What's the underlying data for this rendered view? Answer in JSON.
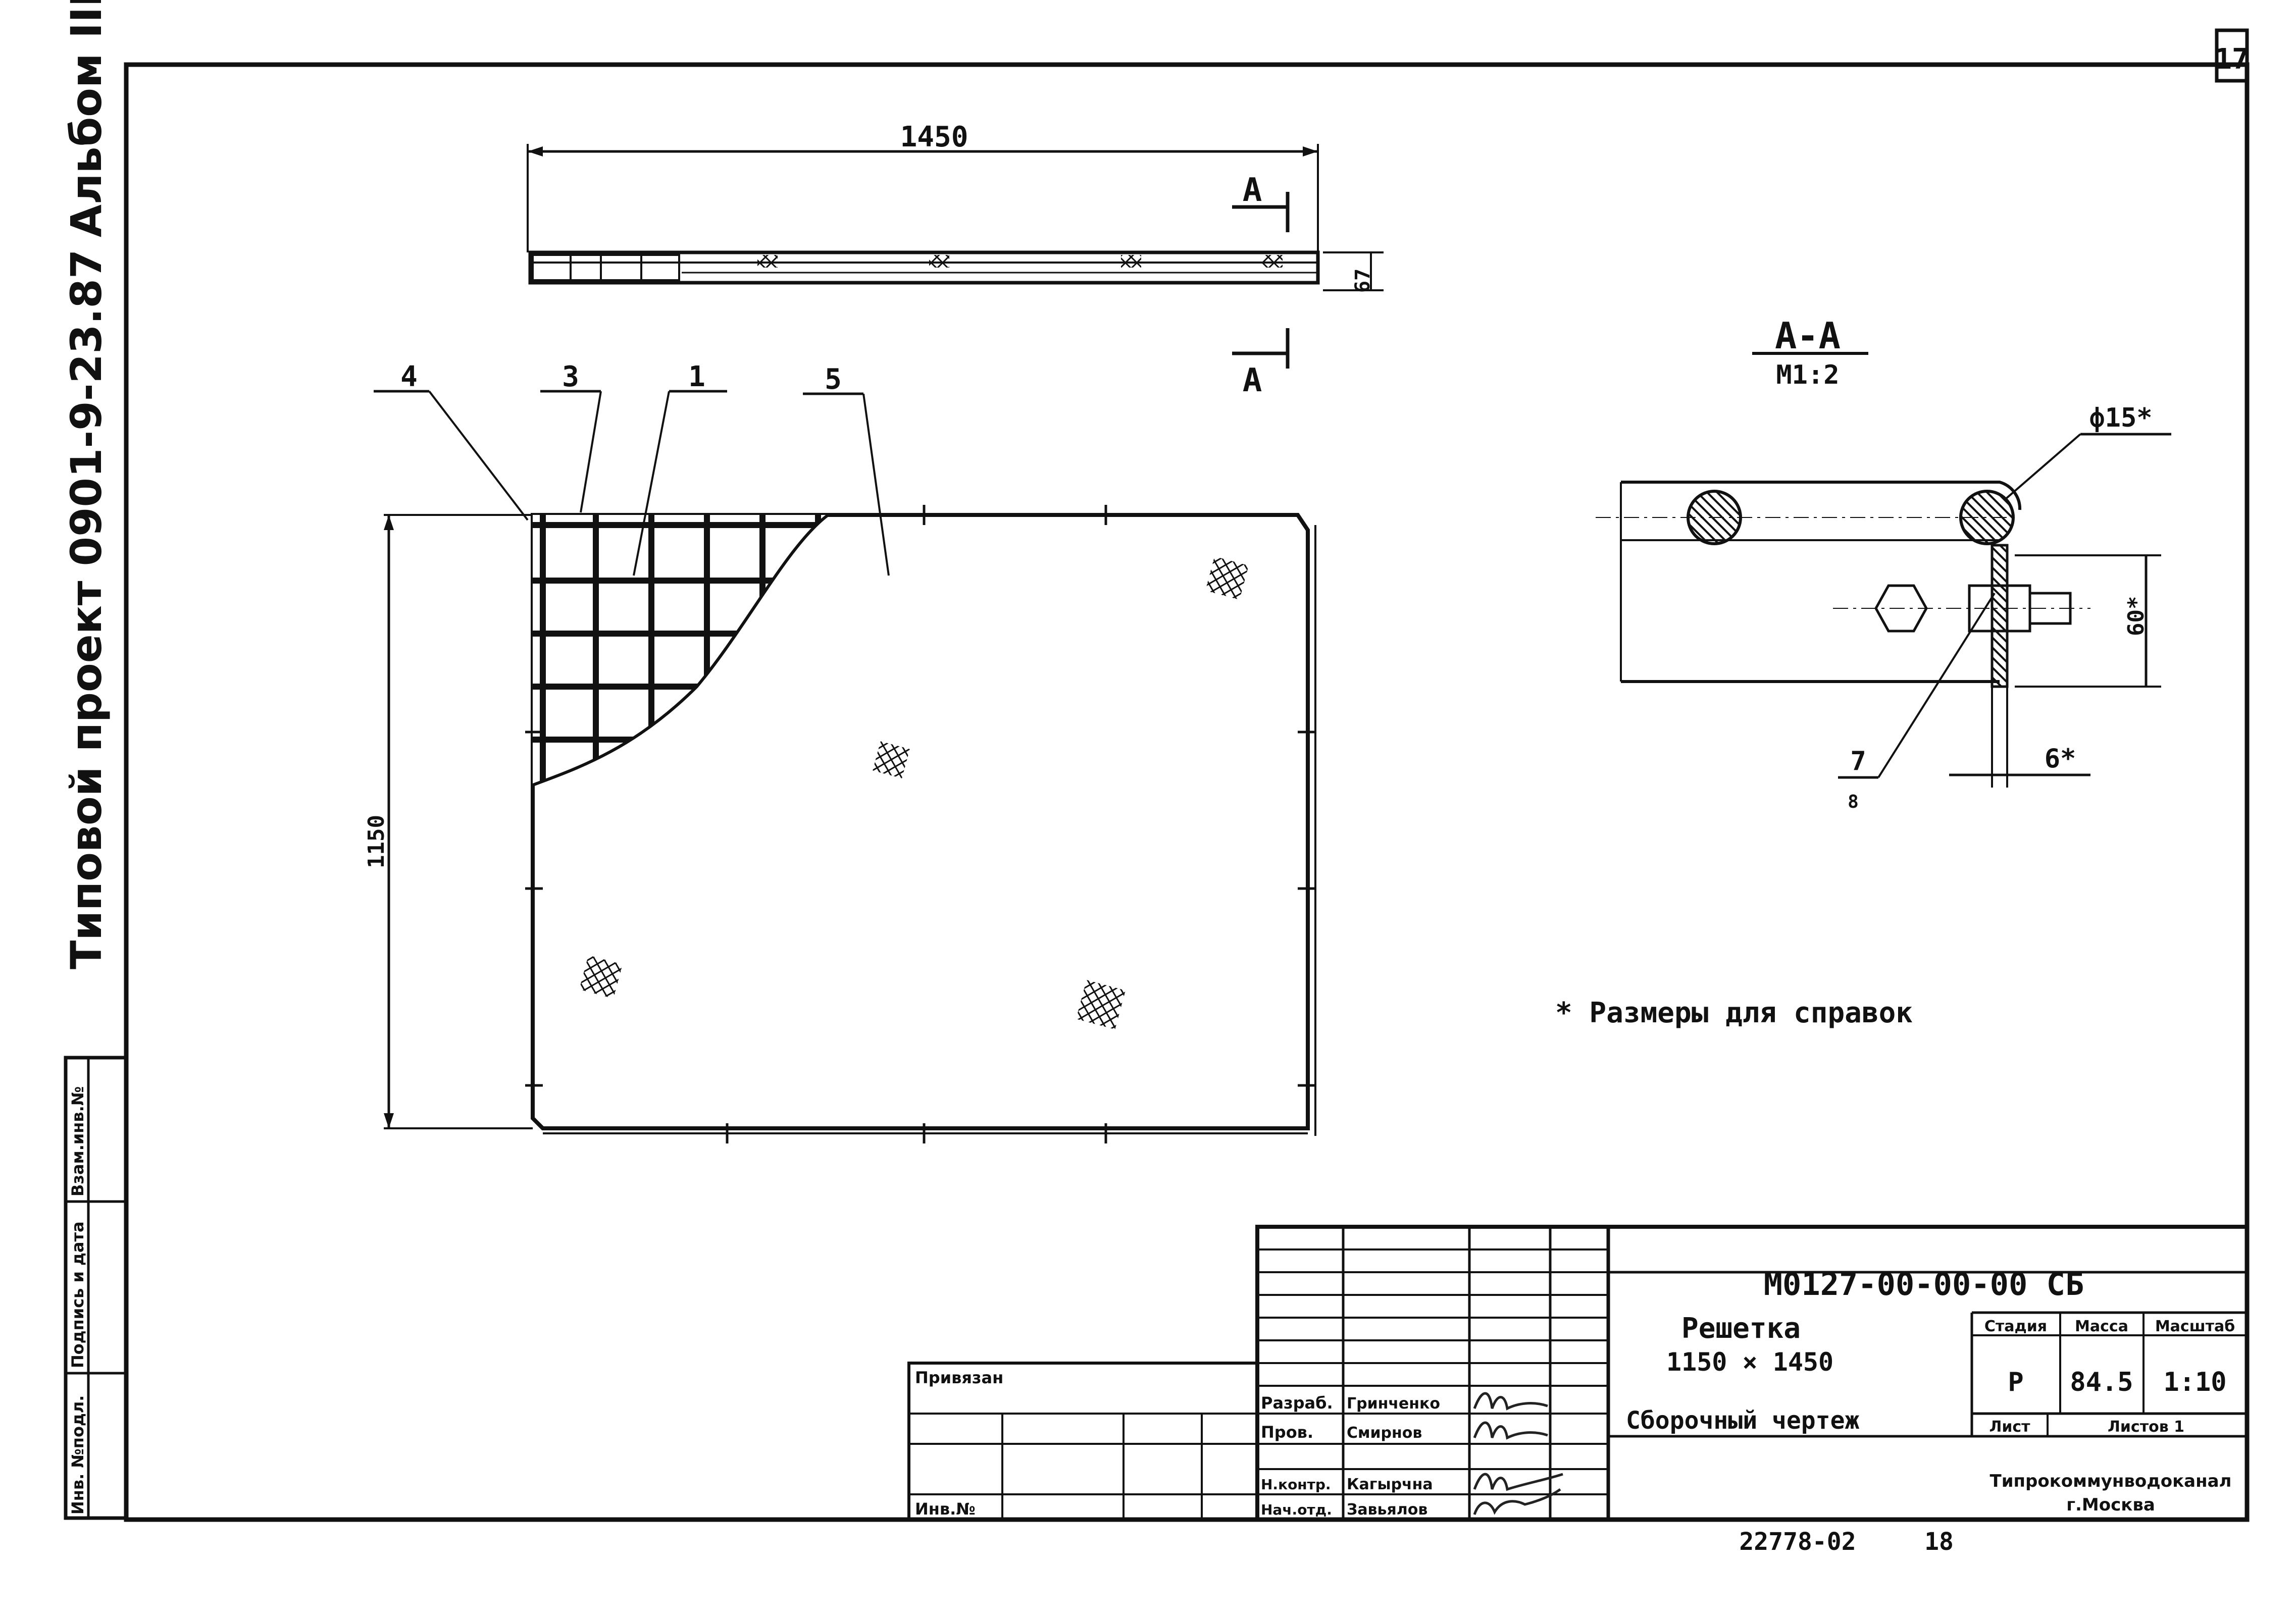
{
  "sheet": {
    "number": "17",
    "side_album": "Альбом III",
    "side_project": "Типовой   проект  0901-9-23.87",
    "side_cells": [
      "Инв. №подл.",
      "Подпись и дата",
      "Взам.инв.№"
    ]
  },
  "top_view": {
    "dim_length": "1450",
    "dim_height": "67",
    "section_mark_top": "А",
    "section_mark_bottom": "А"
  },
  "plan_view": {
    "dim_height": "1150",
    "leaders": [
      "4",
      "3",
      "1",
      "5"
    ]
  },
  "section": {
    "title": "А-А",
    "scale": "М1:2",
    "dim_rod": "ф15*",
    "dim_height": "60*",
    "dim_thick": "6*",
    "leader": "7",
    "leader_sub": "8"
  },
  "note": "* Размеры для справок",
  "title_block": {
    "code": "М0127-00-00-00 СБ",
    "name_line1": "Решетка",
    "name_line2": "1150 × 1450",
    "doc_type": "Сборочный  чертеж",
    "stage_label": "Стадия",
    "stage": "Р",
    "mass_label": "Масса",
    "mass": "84.5",
    "scale_label": "Масштаб",
    "scale": "1:10",
    "sheet_label": "Лист",
    "sheets_label": "Листов 1",
    "org_line1": "Типрокоммунводоканал",
    "org_line2": "г.Москва",
    "bound_label": "Привязан",
    "inv_label": "Инв.№",
    "roles": [
      "Разраб.",
      "Пров.",
      "",
      "Н.контр.",
      "Нач.отд."
    ],
    "names": [
      "Гринченко",
      "Смирнов",
      "",
      "Кагырчна",
      "Завьялов"
    ]
  },
  "footer": {
    "number": "22778-02",
    "page": "18"
  }
}
